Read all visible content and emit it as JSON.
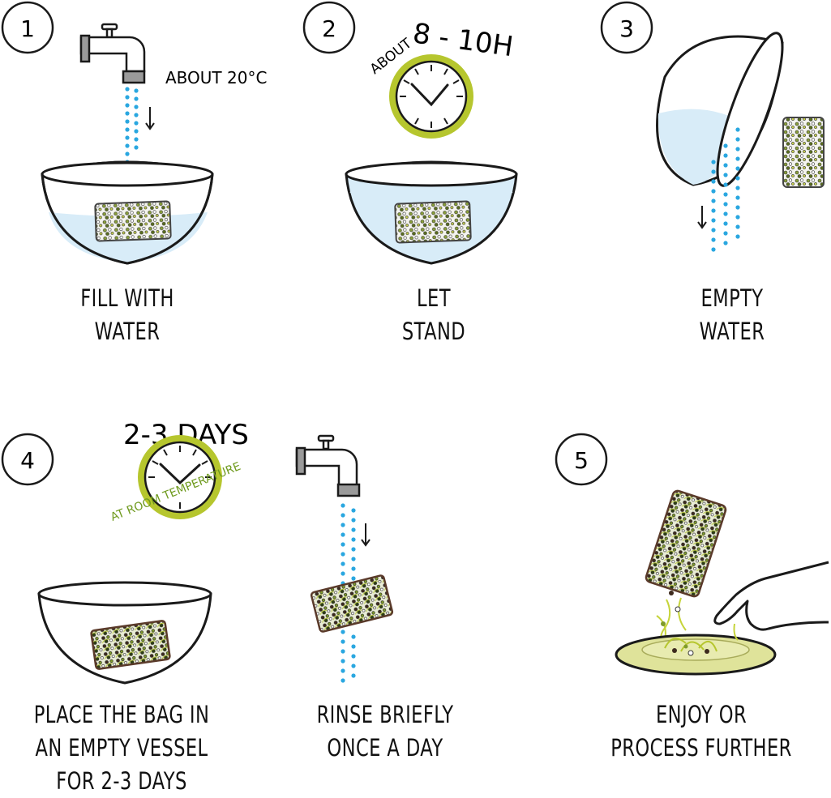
{
  "colors": {
    "ink": "#1a1a1a",
    "water_drop": "#2aa7e0",
    "water_fill": "#d8ecf8",
    "clock_ring": "#b6c62e",
    "green_text": "#6f9a1e",
    "plate": "#dfe39a",
    "sprout": "#c6d43a",
    "faucet": "#9a9a9a"
  },
  "icons": [
    "faucet-icon",
    "bowl-icon",
    "clock-icon",
    "seed-bag-icon",
    "plate-icon",
    "hand-icon",
    "arrow-down-icon"
  ],
  "steps": [
    {
      "number": "1",
      "note": "ABOUT 20°C",
      "caption": [
        "FILL WITH",
        "WATER"
      ]
    },
    {
      "number": "2",
      "note_small": "ABOUT",
      "note_big": "8 - 10H",
      "caption": [
        "LET",
        "STAND"
      ]
    },
    {
      "number": "3",
      "caption": [
        "EMPTY",
        "WATER"
      ]
    },
    {
      "number": "4",
      "note_big": "2-3 DAYS",
      "note_green": "AT ROOM TEMPERATURE",
      "caption": [
        "PLACE THE BAG IN",
        "AN EMPTY VESSEL",
        "FOR 2-3 DAYS"
      ]
    },
    {
      "caption": [
        "RINSE BRIEFLY",
        "ONCE A DAY"
      ]
    },
    {
      "number": "5",
      "caption": [
        "ENJOY OR",
        "PROCESS FURTHER"
      ]
    }
  ]
}
